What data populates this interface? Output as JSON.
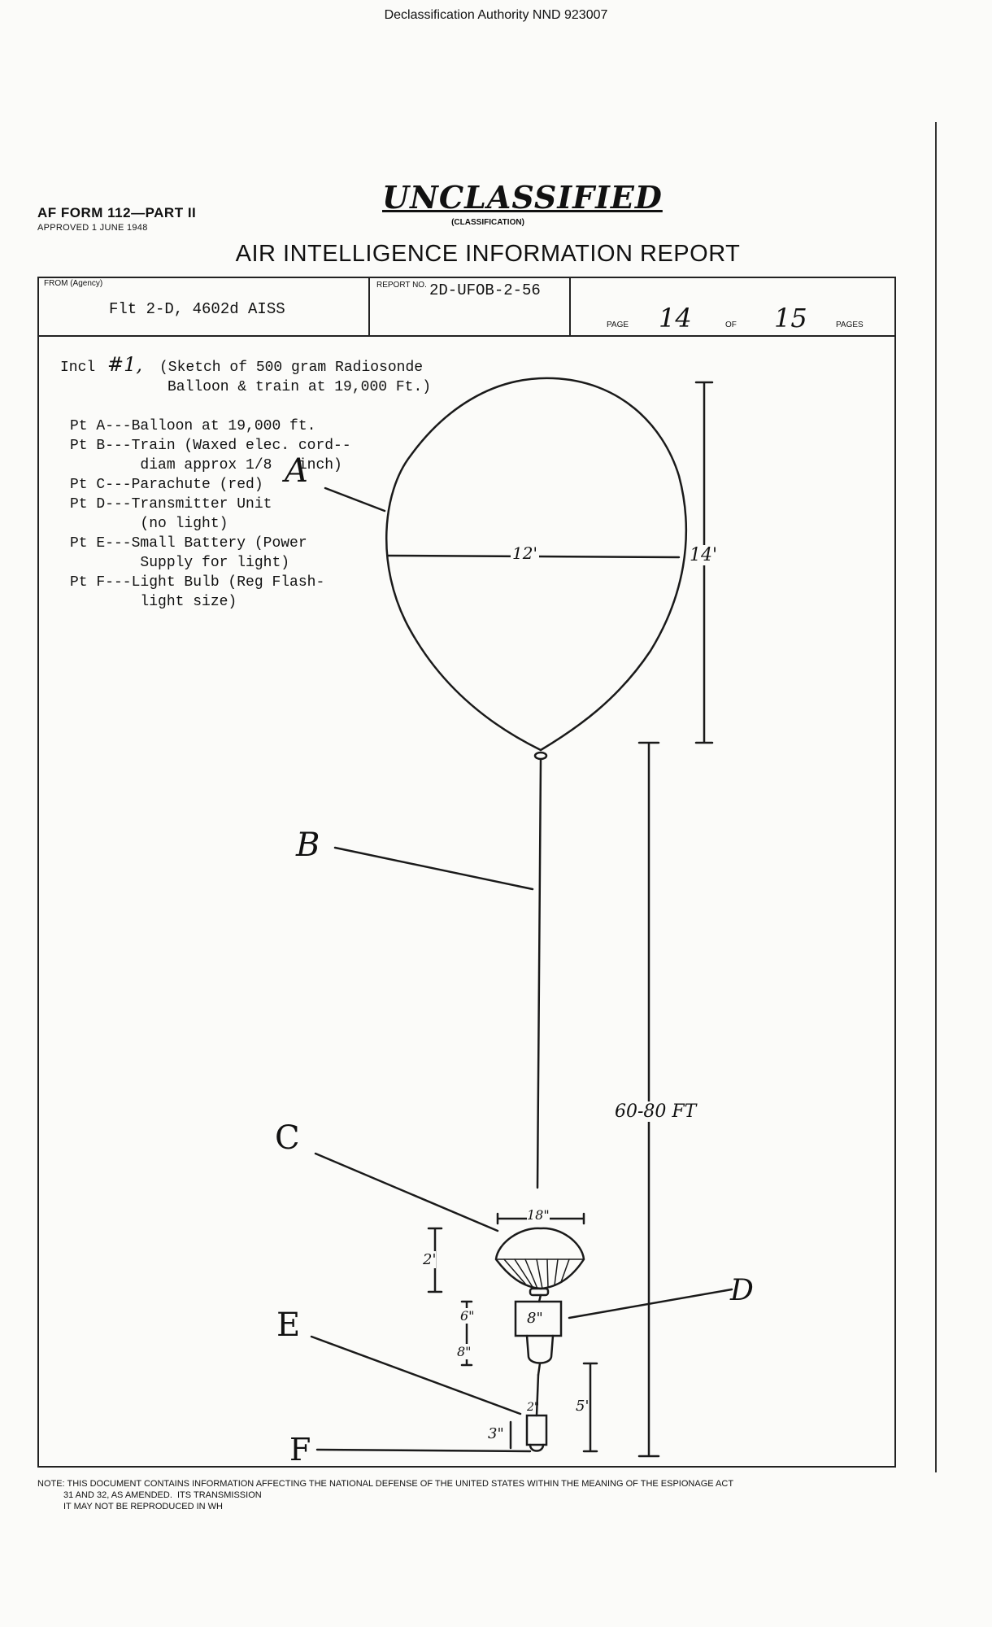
{
  "declassification": "Declassification Authority NND 923007",
  "form": {
    "id": "AF FORM 112—PART II",
    "approved": "APPROVED 1 JUNE 1948"
  },
  "classification": {
    "value": "UNCLASSIFIED",
    "label": "(CLASSIFICATION)"
  },
  "title": "AIR INTELLIGENCE INFORMATION REPORT",
  "header": {
    "from_label": "FROM (Agency)",
    "from_value": "Flt 2-D, 4602d AISS",
    "report_no_label": "REPORT NO.",
    "report_no_value": "2D-UFOB-2-56",
    "page_label": "PAGE",
    "page_value": "14",
    "of_label": "OF",
    "of_value": "15",
    "pages_label": "PAGES"
  },
  "inclosure": {
    "prefix": "Incl",
    "number": "#1,",
    "line1": "(Sketch of 500 gram Radiosonde",
    "line2": "Balloon & train at 19,000 Ft.)"
  },
  "legend": [
    "Pt A---Balloon at 19,000 ft.",
    "Pt B---Train (Waxed elec. cord--",
    "        diam approx 1/8   inch)",
    "Pt C---Parachute (red)",
    "Pt D---Transmitter Unit",
    "        (no light)",
    "Pt E---Small Battery (Power",
    "        Supply for light)",
    "Pt F---Light Bulb (Reg Flash-",
    "        light size)"
  ],
  "sketch": {
    "labels": {
      "a": "A",
      "b": "B",
      "c": "C",
      "d": "D",
      "e": "E",
      "f": "F"
    },
    "dimensions": {
      "balloon_width": "12'",
      "balloon_height": "14'",
      "train_length": "60-80 FT",
      "parachute_width": "18\"",
      "parachute_height": "2'",
      "transmitter_height": "6\"",
      "transmitter_width": "8\"",
      "transmitter_lower": "8\"",
      "battery_width": "2\"",
      "battery_height": "3\"",
      "lower_train": "5'"
    }
  },
  "note": {
    "line1": "NOTE: THIS DOCUMENT CONTAINS INFORMATION AFFECTING THE NATIONAL DEFENSE OF THE UNITED STATES WITHIN THE MEANING OF THE ESPIONAGE ACT",
    "line2": "31 AND 32, AS AMENDED.  ITS TRANSMISSION",
    "line3": "IT MAY NOT BE REPRODUCED IN WH"
  }
}
